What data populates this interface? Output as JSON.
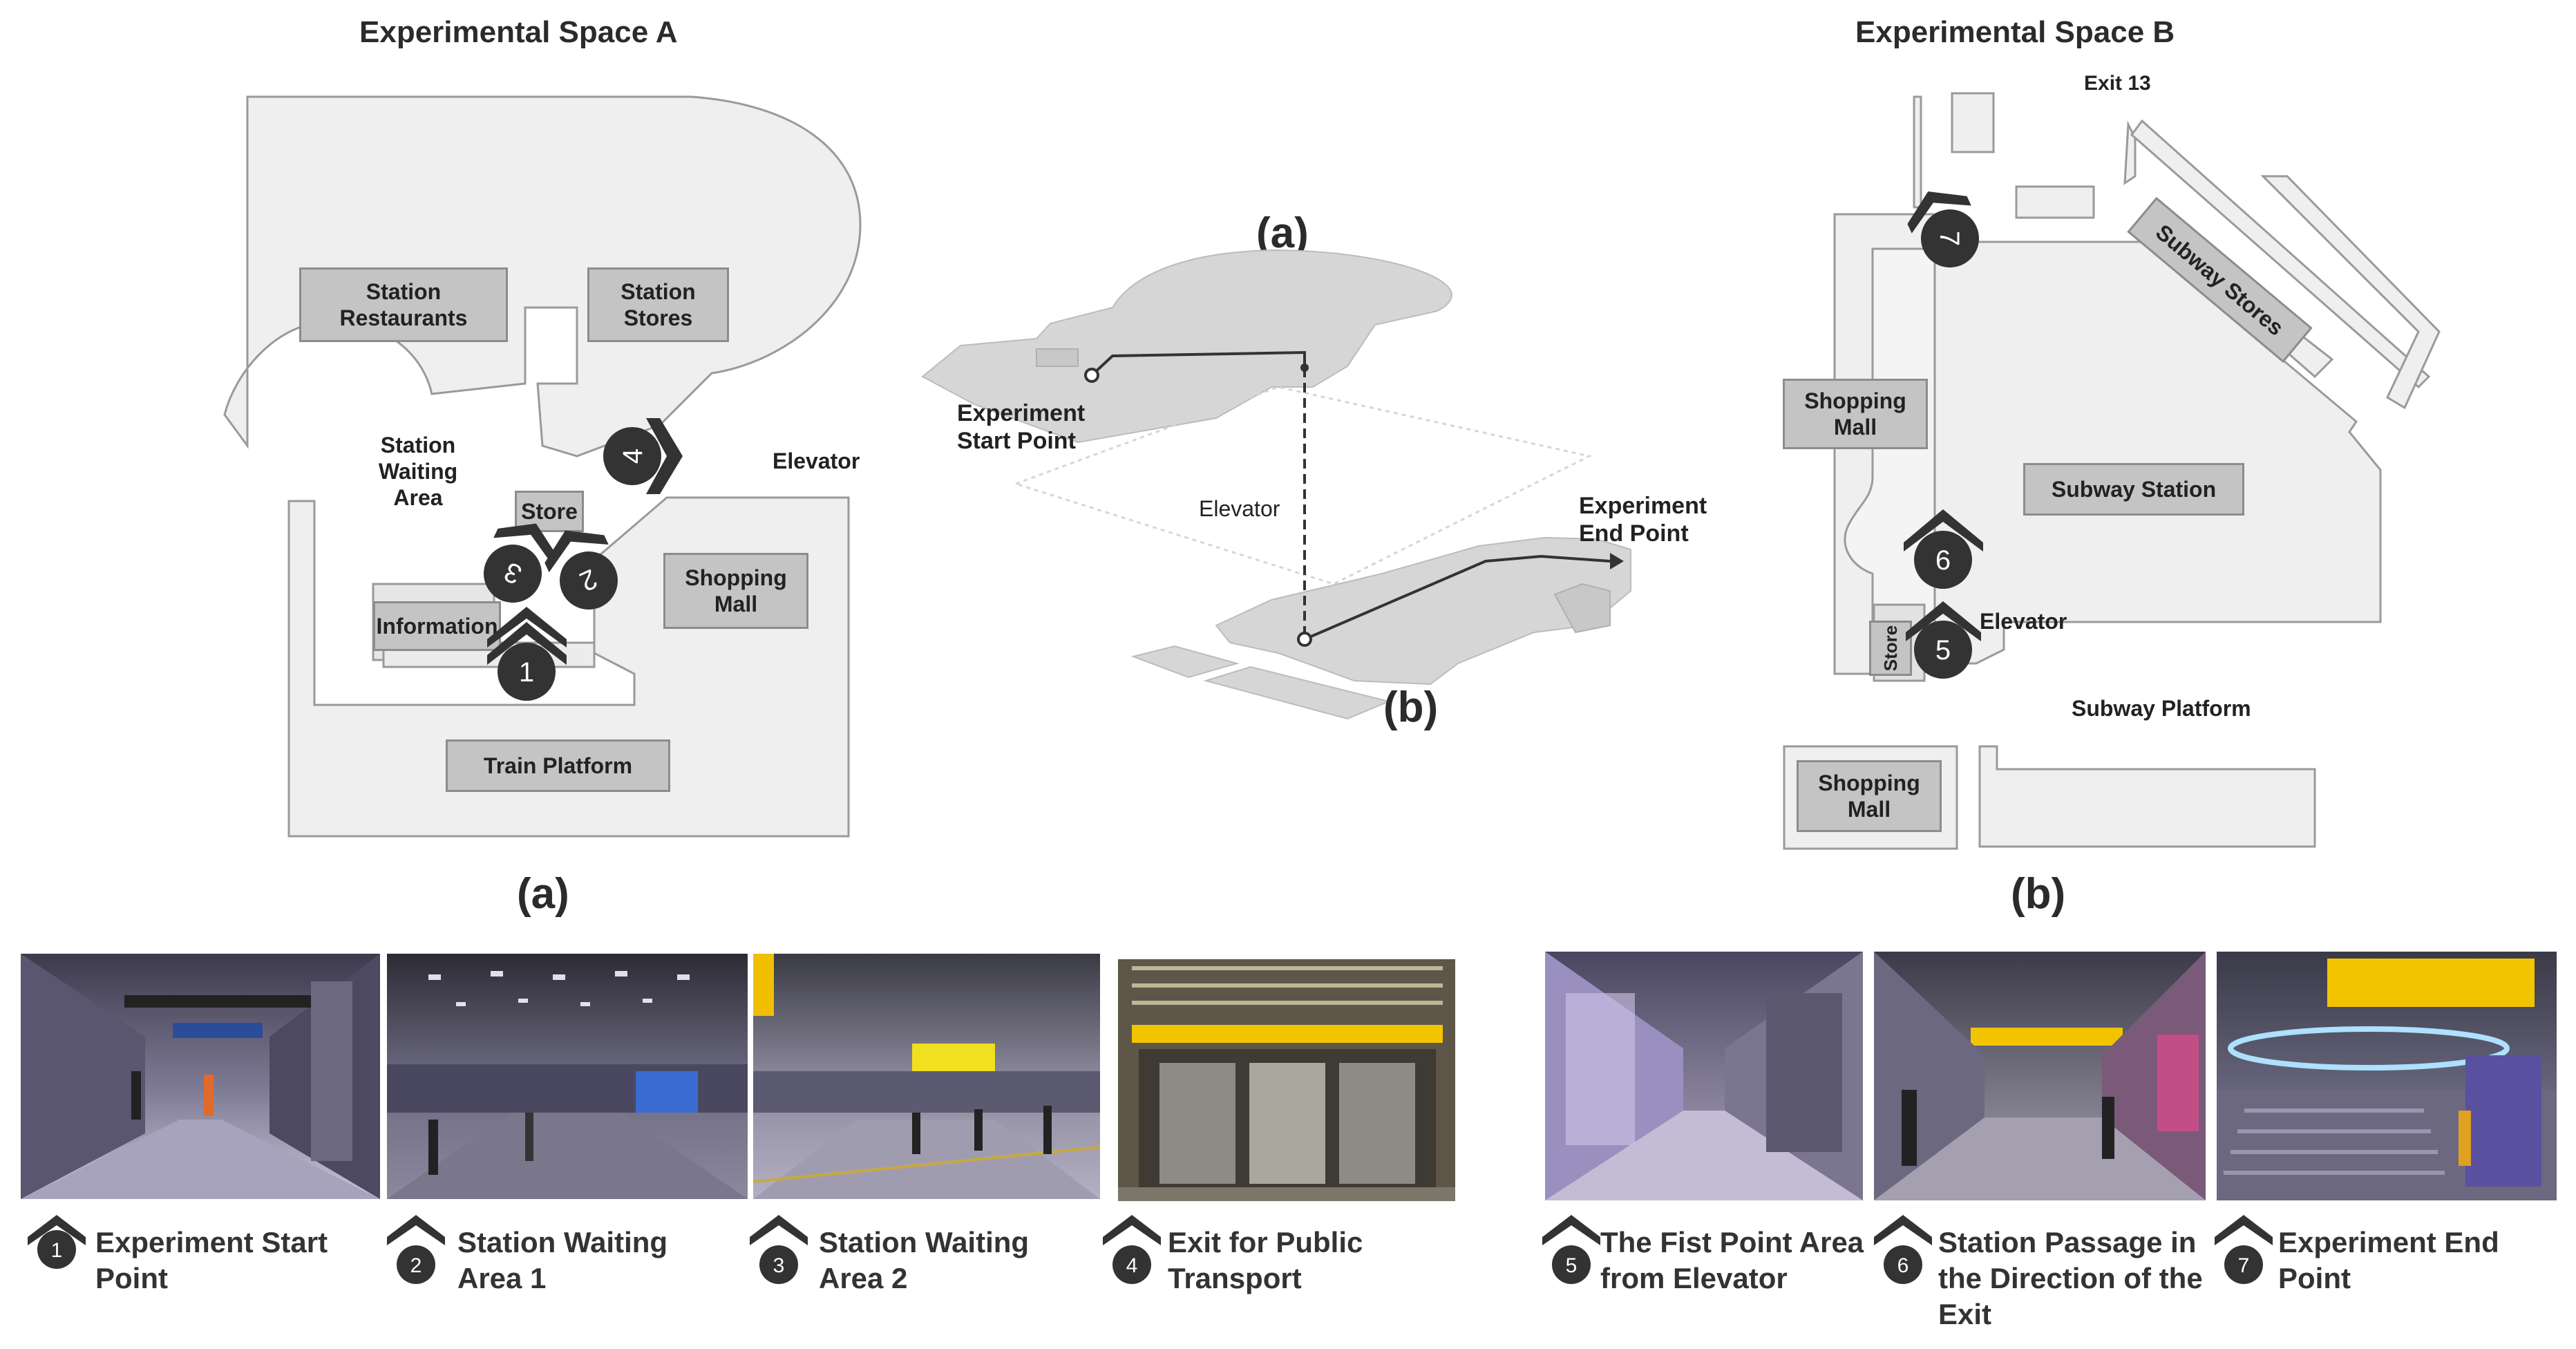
{
  "spaceA": {
    "title": "Experimental Space A",
    "labels": {
      "station_restaurants": "Station Restaurants",
      "station_stores": "Station Stores",
      "station_waiting_area": "Station Waiting Area",
      "elevator": "Elevator",
      "store": "Store",
      "shopping_mall": "Shopping Mall",
      "information": "Information",
      "train_platform": "Train Platform"
    },
    "markers": [
      "1",
      "2",
      "3",
      "4"
    ],
    "panel": "(a)"
  },
  "middle": {
    "top_letter": "(a)",
    "bottom_letter": "(b)",
    "start": "Experiment Start Point",
    "elevator": "Elevator",
    "end": "Experiment End Point"
  },
  "spaceB": {
    "title": "Experimental Space B",
    "labels": {
      "exit13": "Exit 13",
      "subway_stores": "Subway Stores",
      "shopping_mall": "Shopping Mall",
      "subway_station": "Subway Station",
      "elevator": "Elevator",
      "store": "Store",
      "subway_platform": "Subway Platform",
      "shopping_mall_bottom": "Shopping Mall"
    },
    "markers": [
      "5",
      "6",
      "7"
    ],
    "panel": "(b)"
  },
  "captions": [
    {
      "num": "1",
      "text": "Experiment Start Point"
    },
    {
      "num": "2",
      "text": "Station Waiting Area 1"
    },
    {
      "num": "3",
      "text": "Station Waiting Area 2"
    },
    {
      "num": "4",
      "text": "Exit for Public Transport"
    },
    {
      "num": "5",
      "text": "The Fist Point Area from Elevator"
    },
    {
      "num": "6",
      "text": "Station Passage in the Direction of the Exit"
    },
    {
      "num": "7",
      "text": "Experiment End Point"
    }
  ],
  "colors": {
    "floor_fill": "#efefef",
    "floor_stroke": "#9a9a9a",
    "box_fill": "#c4c4c4",
    "marker": "#333333"
  }
}
